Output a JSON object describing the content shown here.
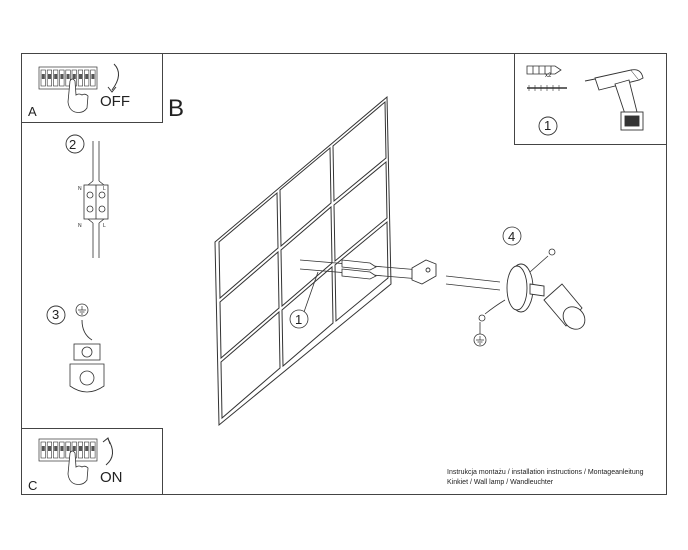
{
  "panels": {
    "a": {
      "letter": "A",
      "action": "OFF"
    },
    "b": {
      "letter": "B"
    },
    "c": {
      "letter": "C",
      "action": "ON"
    }
  },
  "steps": {
    "step1_tools": "1",
    "step2": "2",
    "step3": "3",
    "step4": "4",
    "step1_wall": "1"
  },
  "drill_box": {
    "quantity": "x2"
  },
  "terminal": {
    "n_top": "N",
    "l_top": "L",
    "n_bottom": "N",
    "l_bottom": "L"
  },
  "caption": {
    "line1": "Instrukcja montażu / installation instructions / Montageanleitung",
    "line2": "Kinkiet / Wall lamp / Wandleuchter"
  }
}
